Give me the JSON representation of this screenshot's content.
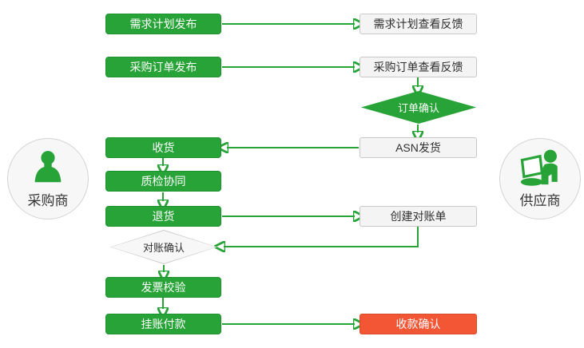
{
  "colors": {
    "green": "#28a338",
    "green_border": "#1f9230",
    "red": "#f25635",
    "node_bg": "#f4f4f4",
    "node_border": "#c8c8c8",
    "text_dark": "#2f2f2f",
    "canvas_bg": "#ffffff"
  },
  "actors": {
    "buyer": {
      "label": "采购商",
      "icon": "person-icon"
    },
    "supplier": {
      "label": "供应商",
      "icon": "person-laptop-icon"
    }
  },
  "nodes": {
    "demand_plan_publish": {
      "label": "需求计划发布",
      "type": "process",
      "actor": "buyer"
    },
    "demand_plan_feedback": {
      "label": "需求计划查看反馈",
      "type": "process",
      "actor": "supplier"
    },
    "po_publish": {
      "label": "采购订单发布",
      "type": "process",
      "actor": "buyer"
    },
    "po_feedback": {
      "label": "采购订单查看反馈",
      "type": "process",
      "actor": "supplier"
    },
    "order_confirm": {
      "label": "订单确认",
      "type": "decision",
      "actor": "supplier"
    },
    "asn_ship": {
      "label": "ASN发货",
      "type": "process",
      "actor": "supplier"
    },
    "receive": {
      "label": "收货",
      "type": "process",
      "actor": "buyer"
    },
    "quality_check": {
      "label": "质检协同",
      "type": "process",
      "actor": "buyer"
    },
    "return_goods": {
      "label": "退货",
      "type": "process",
      "actor": "buyer"
    },
    "create_statement": {
      "label": "创建对账单",
      "type": "process",
      "actor": "supplier"
    },
    "statement_confirm": {
      "label": "对账确认",
      "type": "decision",
      "actor": "buyer"
    },
    "invoice_check": {
      "label": "发票校验",
      "type": "process",
      "actor": "buyer"
    },
    "pending_payment": {
      "label": "挂账付款",
      "type": "process",
      "actor": "buyer"
    },
    "receipt_confirm": {
      "label": "收款确认",
      "type": "process",
      "actor": "supplier",
      "highlight": "red"
    }
  },
  "edges": [
    {
      "from": "demand_plan_publish",
      "to": "demand_plan_feedback"
    },
    {
      "from": "po_publish",
      "to": "po_feedback"
    },
    {
      "from": "po_feedback",
      "to": "order_confirm"
    },
    {
      "from": "order_confirm",
      "to": "asn_ship"
    },
    {
      "from": "asn_ship",
      "to": "receive"
    },
    {
      "from": "receive",
      "to": "quality_check"
    },
    {
      "from": "quality_check",
      "to": "return_goods"
    },
    {
      "from": "return_goods",
      "to": "create_statement"
    },
    {
      "from": "create_statement",
      "to": "statement_confirm"
    },
    {
      "from": "statement_confirm",
      "to": "invoice_check"
    },
    {
      "from": "invoice_check",
      "to": "pending_payment"
    },
    {
      "from": "pending_payment",
      "to": "receipt_confirm"
    }
  ]
}
